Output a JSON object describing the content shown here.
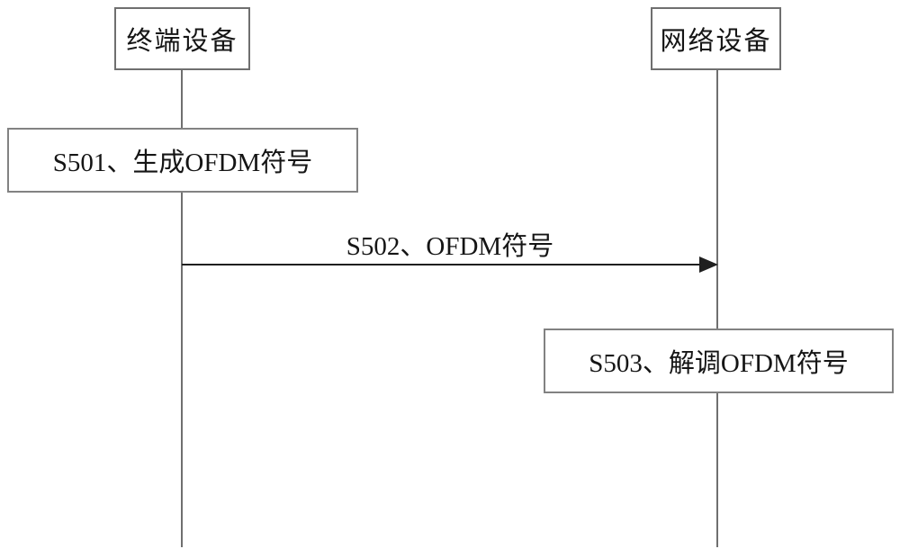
{
  "diagram": {
    "left_actor": {
      "label": "终端设备"
    },
    "right_actor": {
      "label": "网络设备"
    },
    "step_s501": {
      "label": "S501、生成OFDM符号"
    },
    "message_s502": {
      "label": "S502、OFDM符号"
    },
    "step_s503": {
      "label": "S503、解调OFDM符号"
    },
    "colors": {
      "line": "#6f6f6f",
      "border": "#828282",
      "arrow": "#1f1f1f",
      "text": "#151515",
      "background": "#ffffff"
    }
  }
}
